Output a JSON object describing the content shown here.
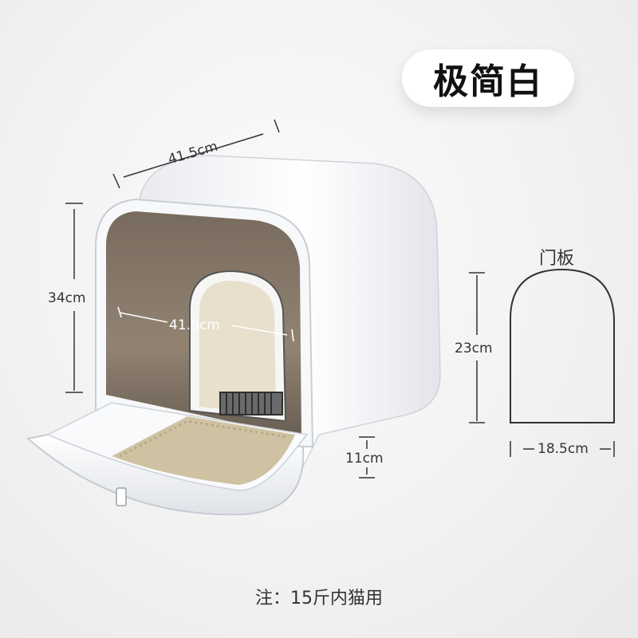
{
  "title": "极简白",
  "dimensions": {
    "top_width": "41.5cm",
    "height": "34cm",
    "depth": "41.5cm",
    "drawer_height": "11cm"
  },
  "door_panel": {
    "label": "门板",
    "height": "23cm",
    "width": "18.5cm"
  },
  "footnote": "注：15斤内猫用"
}
